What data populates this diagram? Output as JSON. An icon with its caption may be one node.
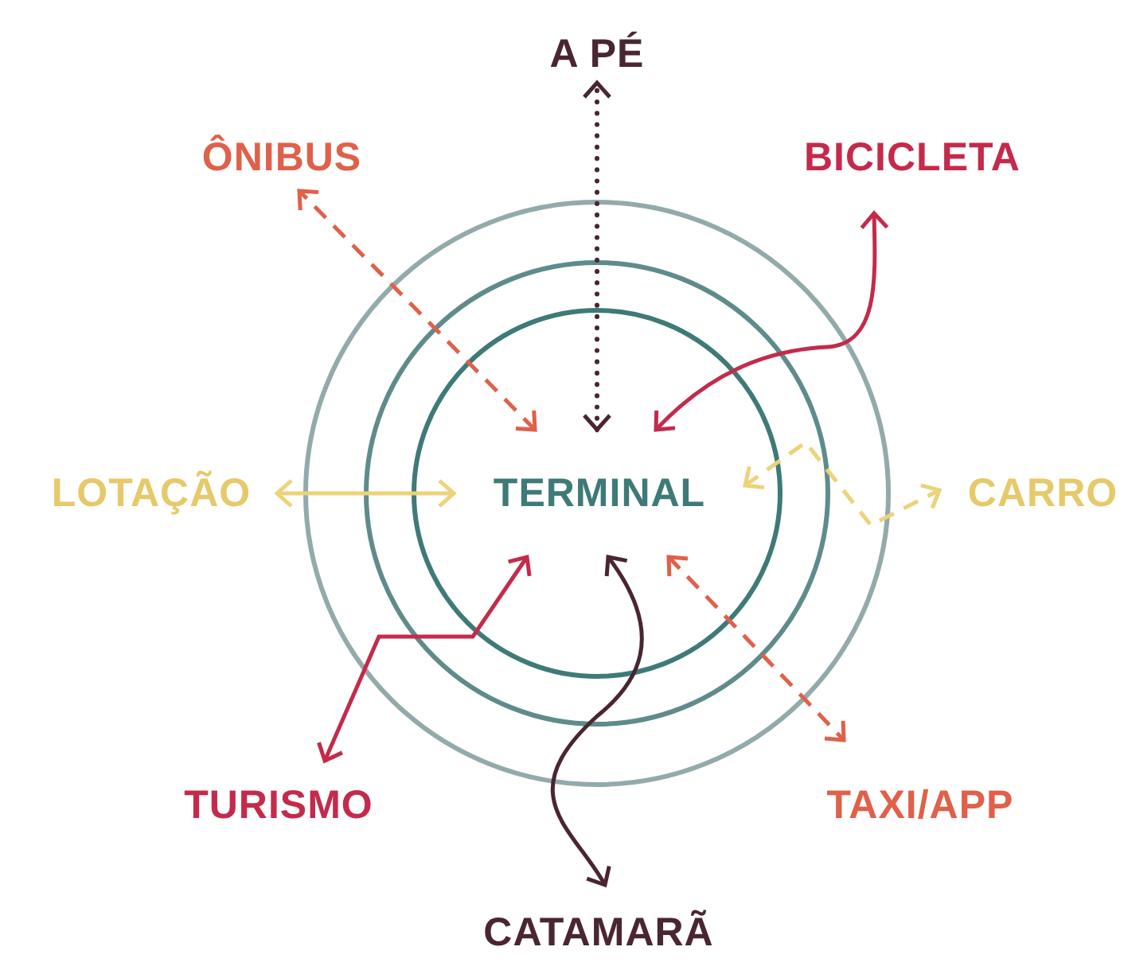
{
  "diagram": {
    "nodes": [
      {
        "text": [
          "TERMINAL"
        ]
      },
      {
        "text": [
          "A PÉ"
        ]
      },
      {
        "text": [
          "ÔNIBUS"
        ]
      },
      {
        "text": [
          "BICICLETA"
        ]
      },
      {
        "text": [
          "LOTAÇÃO"
        ]
      },
      {
        "text": [
          "CARRO"
        ]
      },
      {
        "text": [
          "TURISMO"
        ]
      },
      {
        "text": [
          "TAXI/APP"
        ]
      },
      {
        "text": [
          "CATAMARÃ"
        ]
      }
    ],
    "edges": [
      {
        "from": 0,
        "to": 1,
        "arrow": "both",
        "style": "dashed",
        "color": "#4a2532"
      },
      {
        "from": 0,
        "to": 2,
        "arrow": "both",
        "style": "dashed",
        "color": "#e0604a"
      },
      {
        "from": 0,
        "to": 3,
        "arrow": "both",
        "color": "#c42a4b"
      },
      {
        "from": 0,
        "to": 4,
        "arrow": "both",
        "color": "#ecd27a"
      },
      {
        "from": 0,
        "to": 5,
        "arrow": "both",
        "style": "dashed",
        "color": "#ecd27a"
      },
      {
        "from": 0,
        "to": 6,
        "arrow": "both",
        "color": "#c42a4b"
      },
      {
        "from": 0,
        "to": 7,
        "arrow": "both",
        "style": "dashed",
        "color": "#e0604a"
      },
      {
        "from": 0,
        "to": 8,
        "arrow": "both",
        "color": "#4a2532"
      }
    ]
  }
}
